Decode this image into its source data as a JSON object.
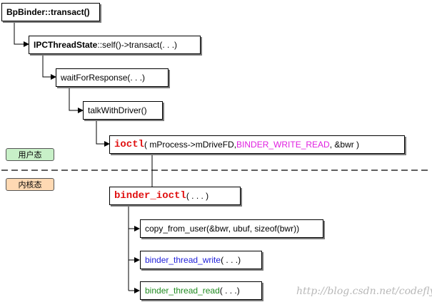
{
  "nodes": {
    "bpbinder": {
      "text": "BpBinder::transact()"
    },
    "ipc": {
      "bold": "IPCThreadState",
      "rest": "::self()->transact(. . .)"
    },
    "wait": {
      "text": "waitForResponse(. . .)"
    },
    "talk": {
      "text": "talkWithDriver()"
    },
    "ioctl": {
      "name": "ioctl",
      "p1": " ( mProcess->mDriveFD, ",
      "p2": "BINDER_WRITE_READ",
      "p3": ", &bwr )"
    },
    "binder_ioctl": {
      "name": "binder_ioctl",
      "args": " ( . . . )"
    },
    "copy": {
      "text": "copy_from_user(&bwr, ubuf, sizeof(bwr))"
    },
    "write": {
      "name": "binder_thread_write",
      "args": "( . . .)"
    },
    "read": {
      "name": "binder_thread_read",
      "args": "( . . .)"
    }
  },
  "tags": {
    "user": "用户态",
    "kernel": "内核态"
  },
  "watermark": "http://blog.csdn.net/codefly",
  "colors": {
    "red": "#e01010",
    "magenta": "#e020e0",
    "blue": "#1d1dd8",
    "green": "#1f8a1f",
    "user_bg": "#c8f0c8",
    "kernel_bg": "#ffd9b3"
  }
}
